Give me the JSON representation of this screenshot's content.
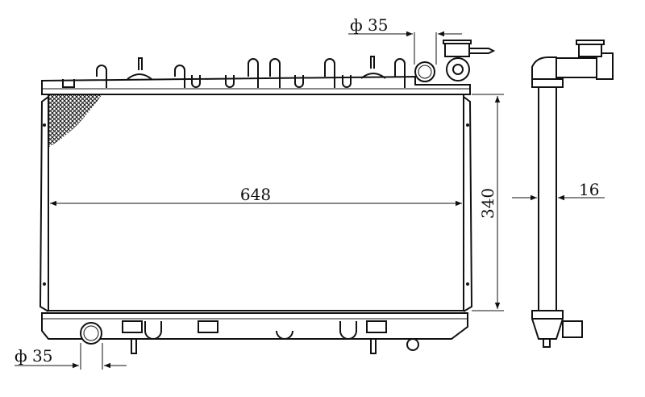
{
  "dimensions": {
    "top_pipe_diameter": "ф 35",
    "width": "648",
    "height": "340",
    "core_thickness": "16",
    "bottom_pipe_diameter": "ф 35"
  },
  "colors": {
    "line": "#111111",
    "background": "#ffffff"
  }
}
